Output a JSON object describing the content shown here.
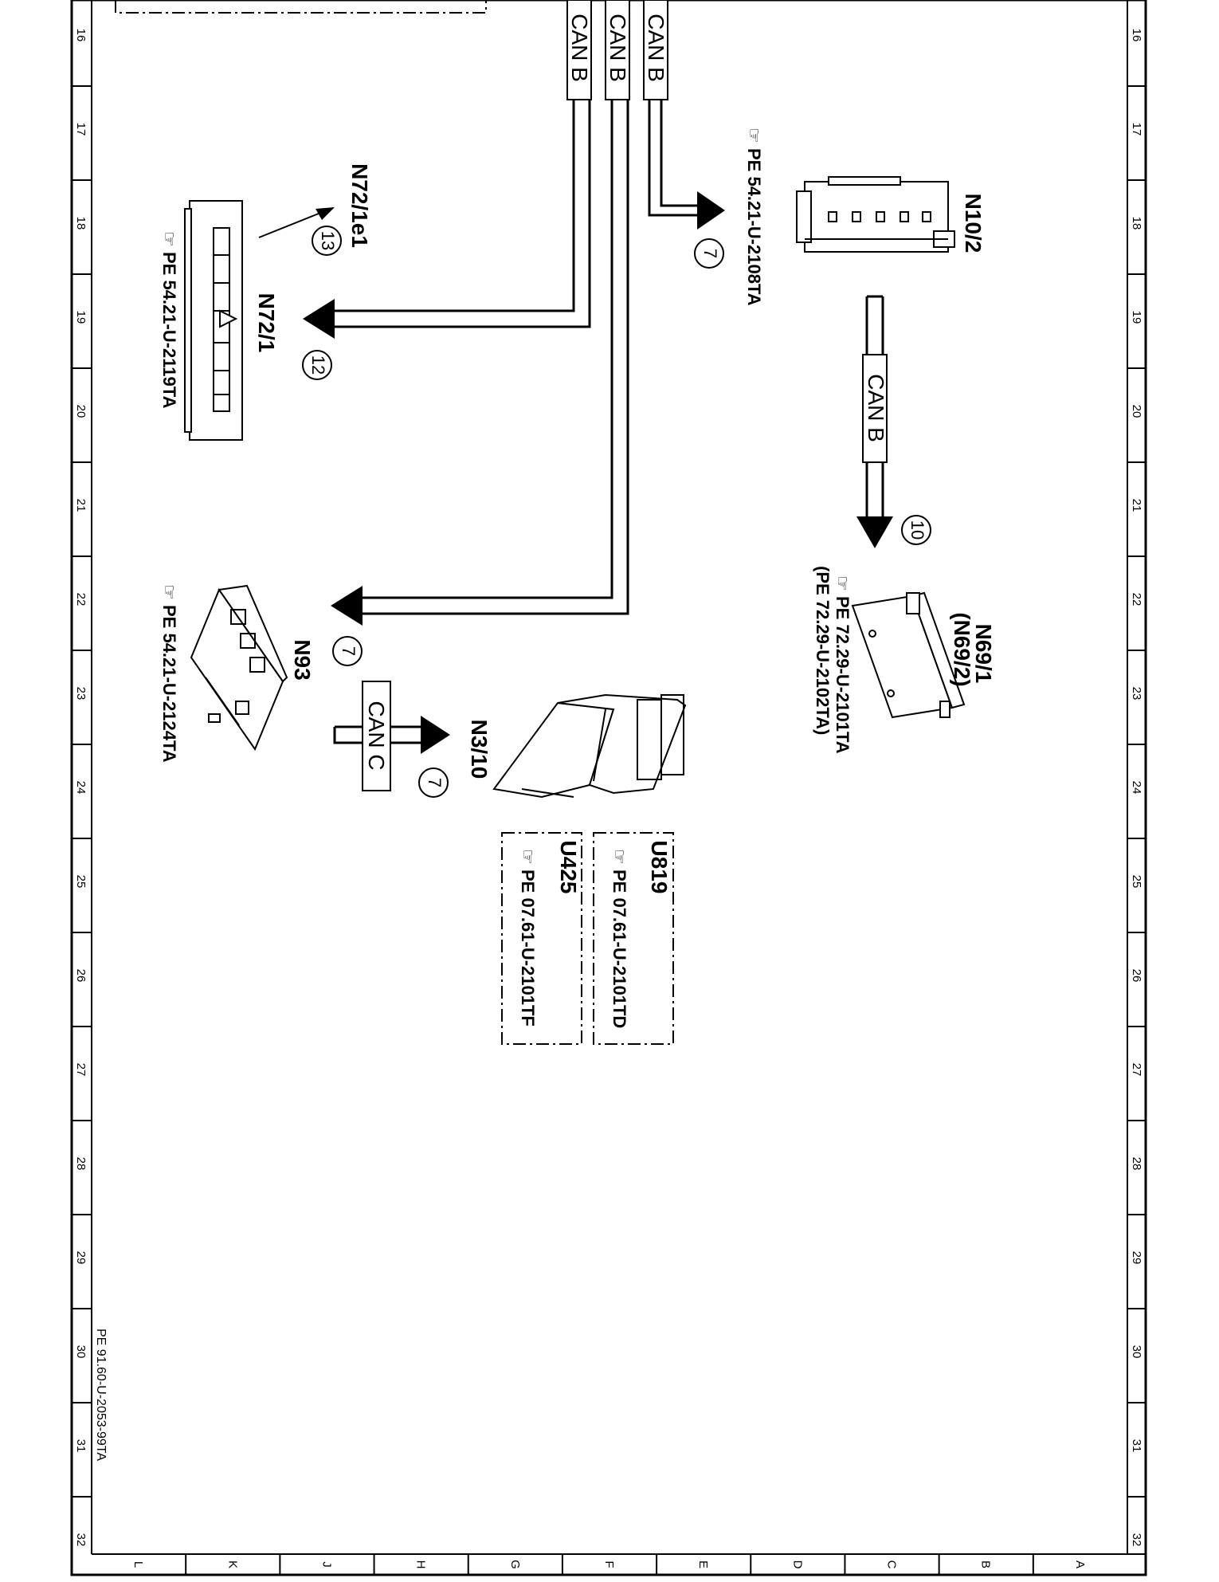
{
  "diagram": {
    "doc_ref": "PE 91.60-U-2053-99TA",
    "row_numbers": [
      "16",
      "17",
      "18",
      "19",
      "20",
      "21",
      "22",
      "23",
      "24",
      "25",
      "26",
      "27",
      "28",
      "29",
      "30",
      "31",
      "32"
    ],
    "column_letters": [
      "L",
      "K",
      "J",
      "H",
      "G",
      "F",
      "E",
      "D",
      "C",
      "B",
      "A"
    ],
    "bus_labels": {
      "can_b": "CAN B",
      "can_c": "CAN C"
    },
    "components": {
      "n10_2": {
        "id": "N10/2",
        "ref": "PE 54.21-U-2108TA",
        "callout": "7"
      },
      "n72_1": {
        "id": "N72/1",
        "ref": "PE 54.21-U-2119TA",
        "callout": "12"
      },
      "n72_1e1": {
        "id": "N72/1e1",
        "callout": "13"
      },
      "n69_1": {
        "id": "N69/1",
        "alt_id": "(N69/2)",
        "ref1": "PE 72.29-U-2101TA",
        "ref2": "(PE 72.29-U-2102TA)",
        "callout": "10"
      },
      "n93": {
        "id": "N93",
        "ref": "PE 54.21-U-2124TA",
        "callout": "7"
      },
      "n3_10": {
        "id": "N3/10",
        "callout": "7"
      },
      "u819": {
        "id": "U819",
        "ref": "PE 07.61-U-2101TD"
      },
      "u425": {
        "id": "U425",
        "ref": "PE 07.61-U-2101TF"
      }
    }
  }
}
